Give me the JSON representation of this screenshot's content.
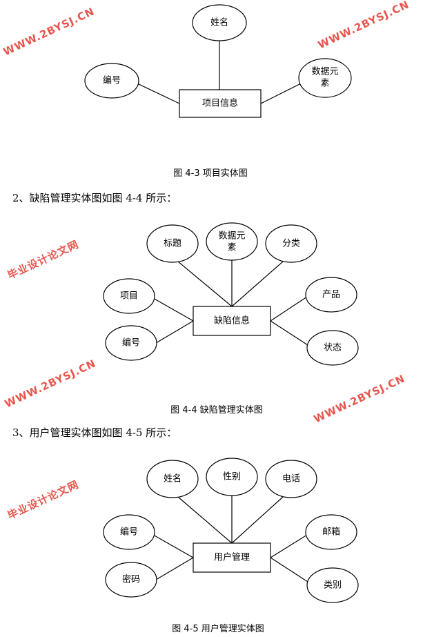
{
  "figure1": {
    "caption": "图 4-3 项目实体图",
    "entity": "项目信息",
    "attributes": [
      "姓名",
      "编号",
      "数据元",
      "素"
    ]
  },
  "section2": {
    "heading": "2、缺陷管理实体图如图 4-4 所示："
  },
  "figure2": {
    "caption": "图 4-4 缺陷管理实体图",
    "entity": "缺陷信息",
    "attributes": [
      "标题",
      "数据元",
      "素",
      "分类",
      "项目",
      "编号",
      "产品",
      "状态"
    ]
  },
  "section3": {
    "heading": "3、用户管理实体图如图 4-5 所示："
  },
  "figure3": {
    "caption": "图 4-5 用户管理实体图",
    "entity": "用户管理",
    "attributes": [
      "姓名",
      "性别",
      "电话",
      "编号",
      "密码",
      "邮箱",
      "类别"
    ]
  },
  "watermarks": {
    "site_cn": "毕业设计论文网",
    "site_url": "WWW.2BYSJ.CN"
  }
}
